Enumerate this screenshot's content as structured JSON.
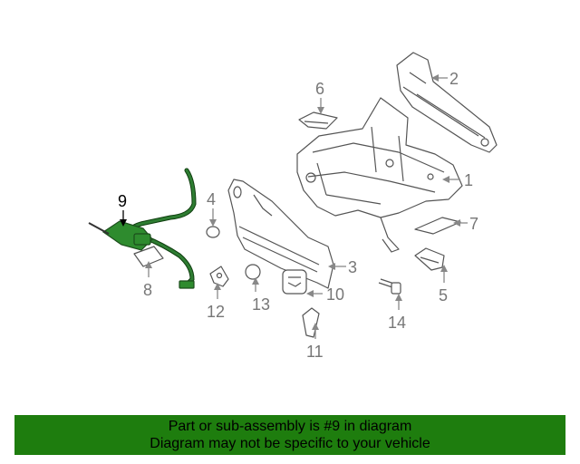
{
  "callouts": {
    "c1": "1",
    "c2": "2",
    "c3": "3",
    "c4": "4",
    "c5": "5",
    "c6": "6",
    "c7": "7",
    "c8": "8",
    "c9": "9",
    "c10": "10",
    "c11": "11",
    "c12": "12",
    "c13": "13",
    "c14": "14"
  },
  "highlighted_part": "9",
  "colors": {
    "highlight": "#2e8b2e",
    "banner": "#1e7d0e"
  },
  "banner": {
    "line1": "Part or sub-assembly is #9 in diagram",
    "line2": "Diagram may not be specific to your vehicle"
  }
}
